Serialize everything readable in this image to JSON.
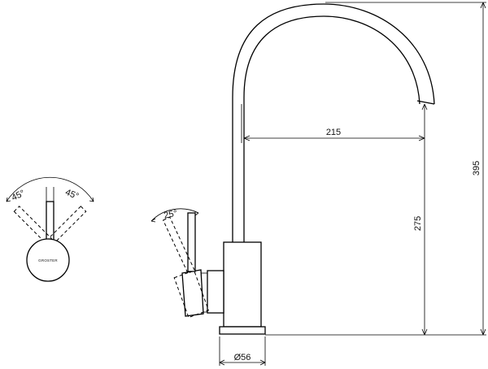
{
  "dimensions": {
    "spout_reach": "215",
    "total_height": "395",
    "spout_height": "275",
    "base_diameter": "Ø56",
    "handle_tilt_angle": "25°",
    "handle_swing_left": "45°",
    "handle_swing_right": "45°"
  },
  "top_view": {
    "brand_label": "GROSTER"
  }
}
